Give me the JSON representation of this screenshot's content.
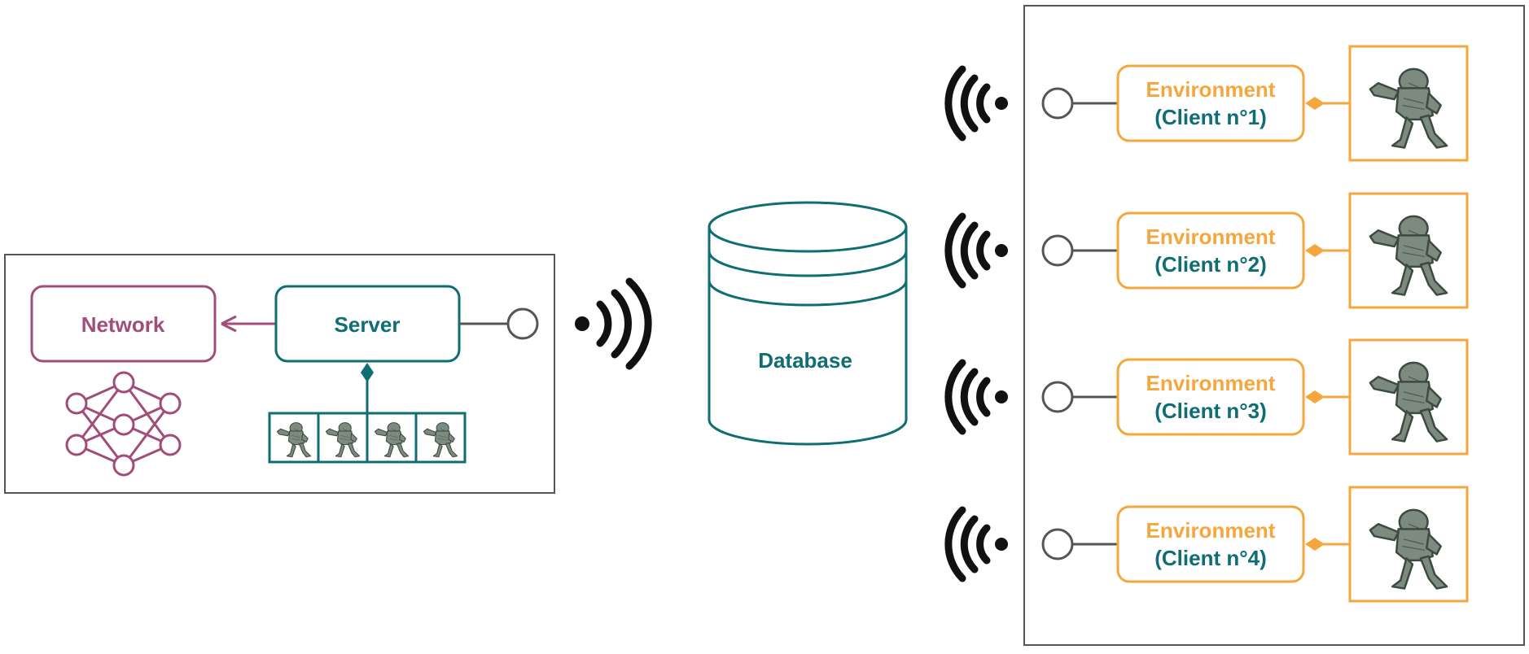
{
  "server_panel": {
    "network_label": "Network",
    "server_label": "Server"
  },
  "database": {
    "label": "Database"
  },
  "clients": [
    {
      "env_label": "Environment",
      "client_label": "(Client n°1)"
    },
    {
      "env_label": "Environment",
      "client_label": "(Client n°2)"
    },
    {
      "env_label": "Environment",
      "client_label": "(Client n°3)"
    },
    {
      "env_label": "Environment",
      "client_label": "(Client n°4)"
    }
  ],
  "colors": {
    "network": "#a14d7a",
    "server": "#0f6d74",
    "client_env": "#f5a73d",
    "client_text": "#0f6d74",
    "panel_border": "#555555",
    "wireless": "#111111"
  },
  "icons": {
    "network": "neural-network-icon",
    "wireless": "wifi-signal-icon",
    "model": "robot-figure-thumbnail"
  }
}
